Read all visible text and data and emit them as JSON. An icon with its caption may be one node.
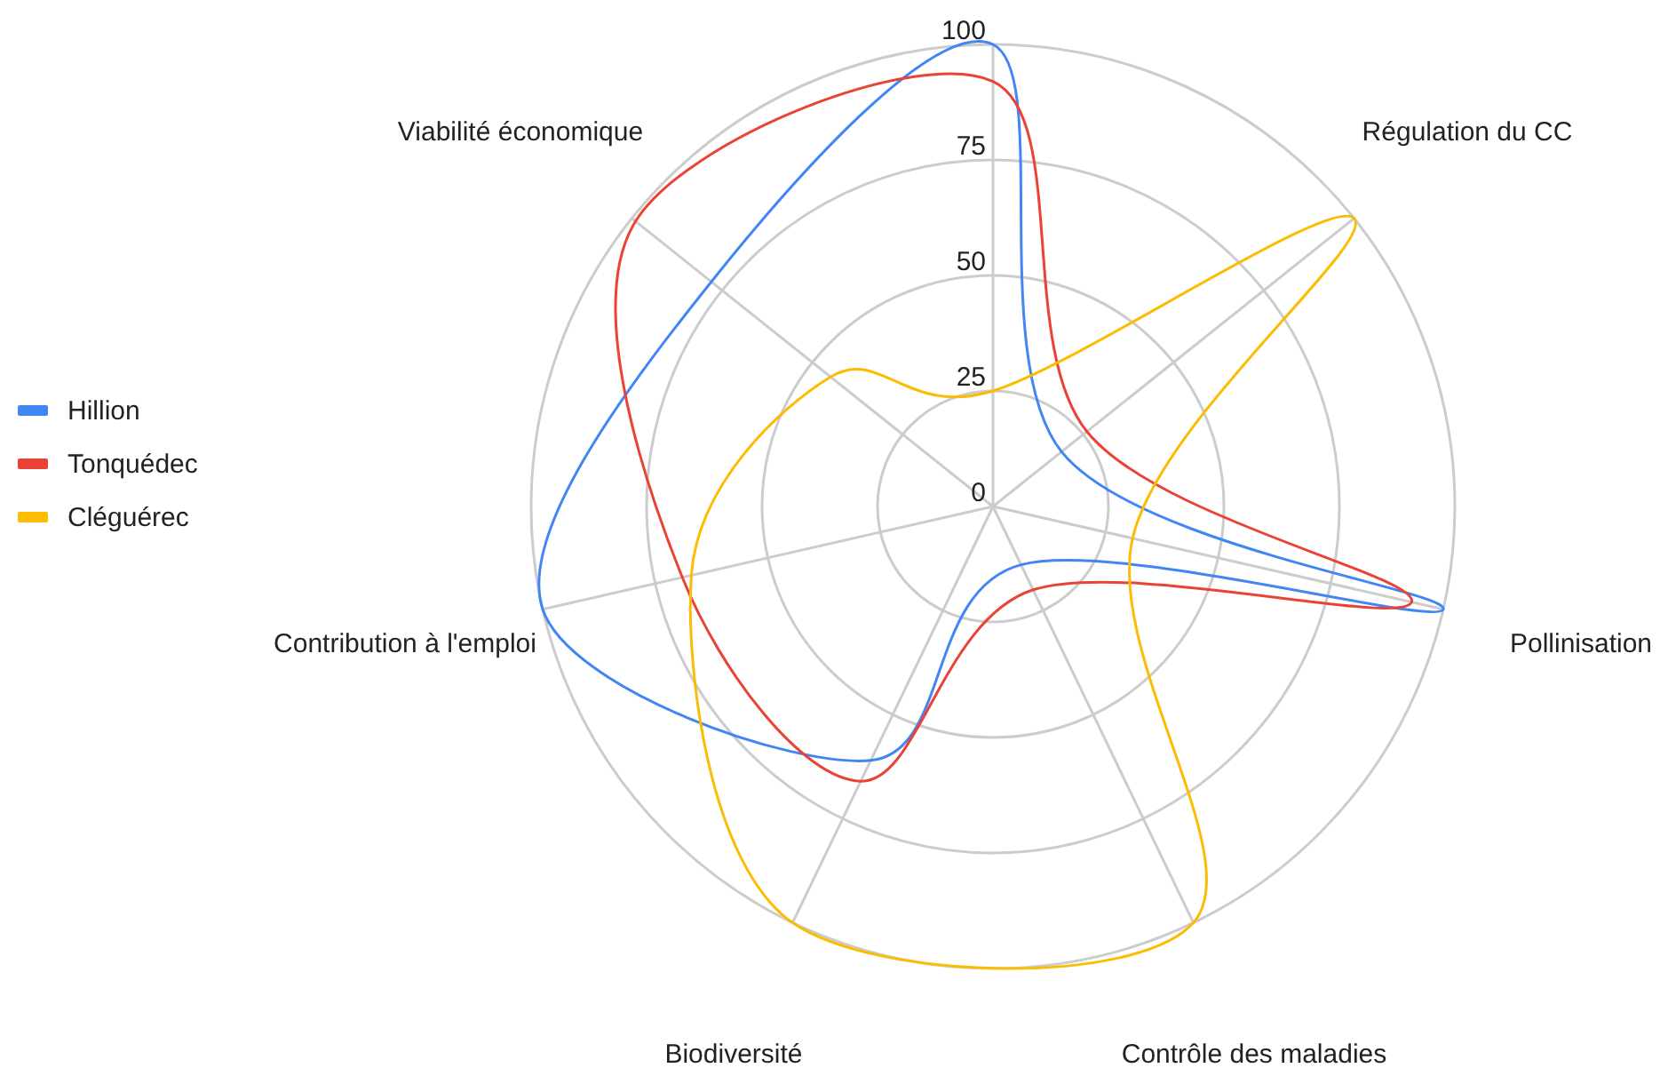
{
  "diagram": {
    "labels": [
      "100",
      "Viabilité économique",
      "Régulation du CC",
      "75",
      "50",
      "25",
      "0",
      "Contribution à l'emploi",
      "Pollinisation",
      "Biodiversité",
      "Contrôle des maladies"
    ],
    "legend": [
      {
        "text": "Hillion",
        "color": "#4285f4"
      },
      {
        "text": "Tonquédec",
        "color": "#ea4335"
      },
      {
        "text": "Cléguérec",
        "color": "#fbbc04"
      }
    ]
  }
}
